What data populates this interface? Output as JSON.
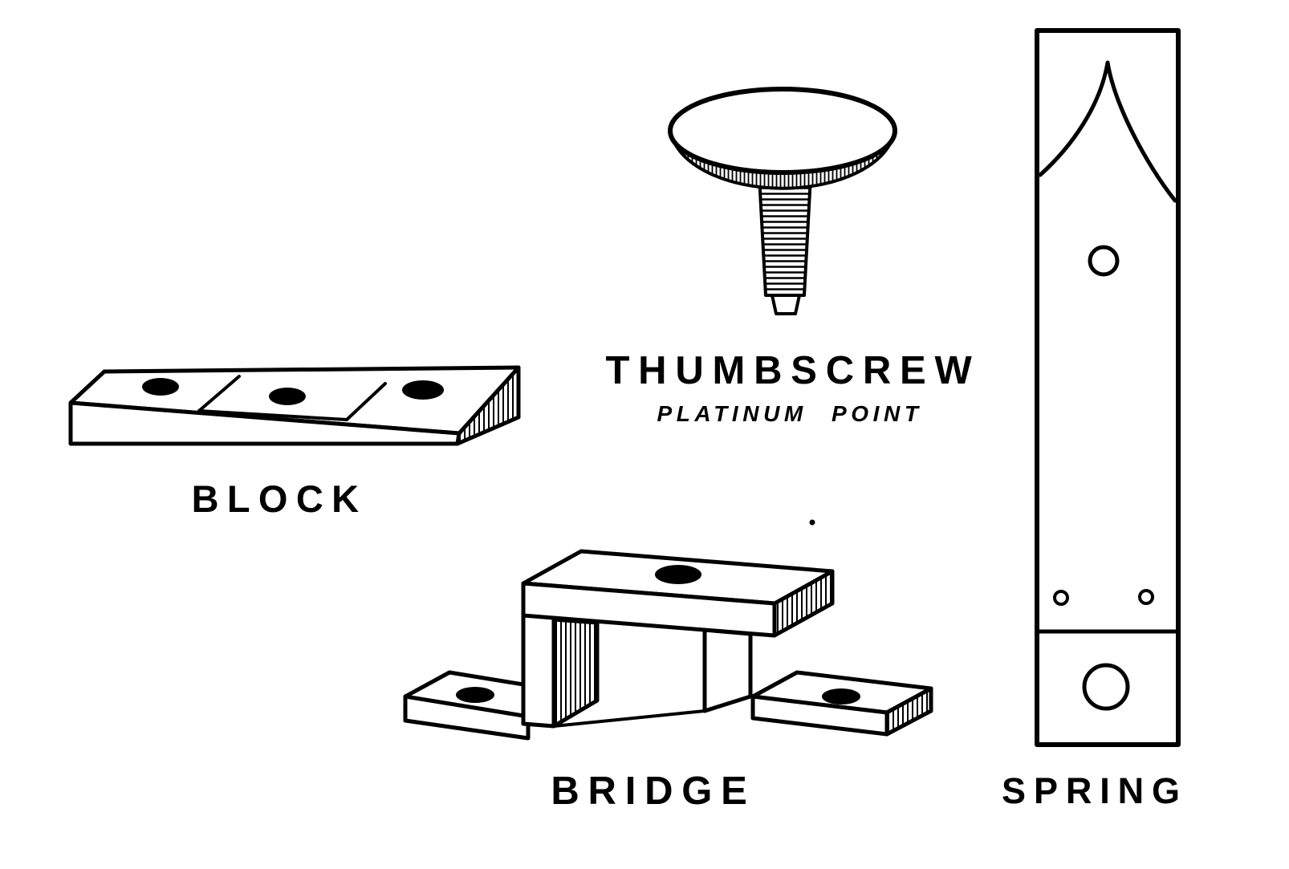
{
  "colors": {
    "background": "#ffffff",
    "ink": "#000000"
  },
  "parts": {
    "block": {
      "label": "BLOCK"
    },
    "thumbscrew": {
      "label": "THUMBSCREW",
      "sublabel": "PLATINUM POINT"
    },
    "bridge": {
      "label": "BRIDGE"
    },
    "spring": {
      "label": "SPRING"
    }
  }
}
